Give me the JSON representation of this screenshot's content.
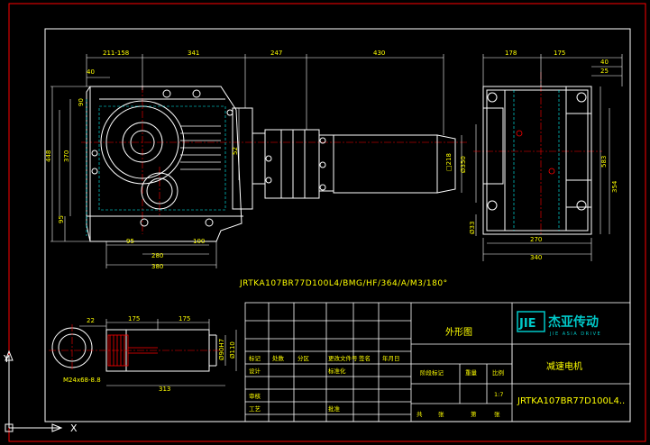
{
  "colors": {
    "background": "#000000",
    "border": "#ff0000",
    "outline": "#ffffff",
    "dimension": "#ffff00",
    "hidden": "#00ffff",
    "center": "#ff0000",
    "logo": "#00c8c8"
  },
  "front_view": {
    "dims_top": [
      "211-158",
      "341",
      "247",
      "430"
    ],
    "dim_left_offset": "40",
    "dims_left": [
      "90",
      "448",
      "370",
      "95"
    ],
    "dims_bottom": [
      "95",
      "100",
      "280",
      "380"
    ],
    "dim_motor_diameter": "Ø350",
    "dim_motor_flange": "□218",
    "dim_shaft_small": "52"
  },
  "side_view": {
    "dims_top": [
      "178",
      "175"
    ],
    "dims_right": [
      "40",
      "25"
    ],
    "dims_right_vertical": [
      "583",
      "354"
    ],
    "dim_left_hole": "Ø33",
    "dims_bottom": [
      "270",
      "340"
    ]
  },
  "part_number": "JRTKA107BR77D100L4/BMG/HF/364/A/M3/180°",
  "shaft_view": {
    "dims_top": [
      "22",
      "175",
      "175"
    ],
    "dim_thread": "M24x68-8.8",
    "dim_bore_1": "Ø90H7",
    "dim_bore_2": "Ø110",
    "dim_length": "313"
  },
  "title_block": {
    "drawing_title": "外形图",
    "product_name": "减速电机",
    "model": "JRTKA107BR77D100L4..",
    "scale_label": "比例",
    "scale_value": "1:7",
    "stage_label": "阶段标记",
    "weight_label": "重量",
    "row_labels": [
      "标记",
      "处数",
      "分区",
      "更改文件号",
      "签名",
      "年月日"
    ],
    "role_labels": [
      "设计",
      "标准化",
      "审核",
      "工艺",
      "批准"
    ],
    "footer_labels": [
      "共",
      "张",
      "第",
      "张"
    ],
    "company": "杰亚传动",
    "company_en": "JIE ASIA DRIVE",
    "logo_text": "JIE"
  },
  "ucs_icon": {
    "y_label": "Y",
    "x_label": "X"
  }
}
